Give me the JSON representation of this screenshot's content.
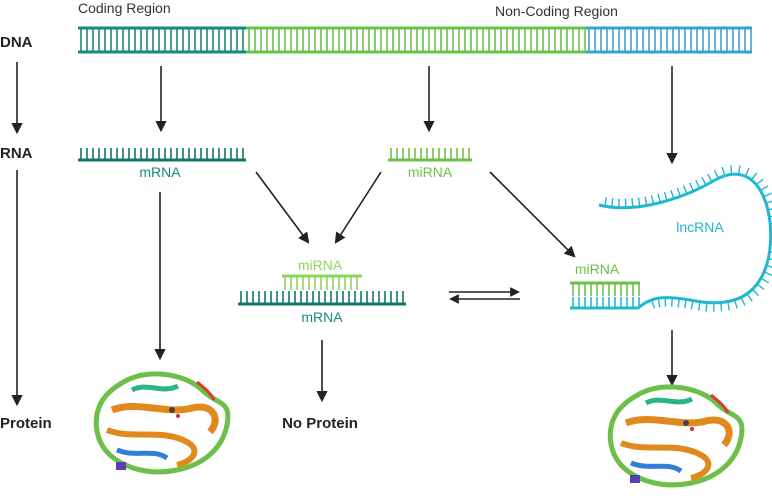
{
  "labels": {
    "coding_region": "Coding Region",
    "non_coding_region": "Non-Coding Region",
    "dna": "DNA",
    "rna": "RNA",
    "protein": "Protein",
    "mrna": "mRNA",
    "mirna": "miRNA",
    "complex_mirna": "miRNA",
    "complex_mrna": "mRNA",
    "lncrna_mirna": "miRNA",
    "lncrna": "lncRNA",
    "no_protein": "No Protein"
  },
  "colors": {
    "teal": "#1a8a7a",
    "teal_dark": "#13766a",
    "green": "#6cc04a",
    "green_light": "#8fd45e",
    "blue": "#3aa0d6",
    "cyan": "#1fb8d0",
    "arrow": "#222222",
    "label_dark": "#222222"
  },
  "icons": {
    "protein_structure": "protein-ribbon-icon"
  }
}
